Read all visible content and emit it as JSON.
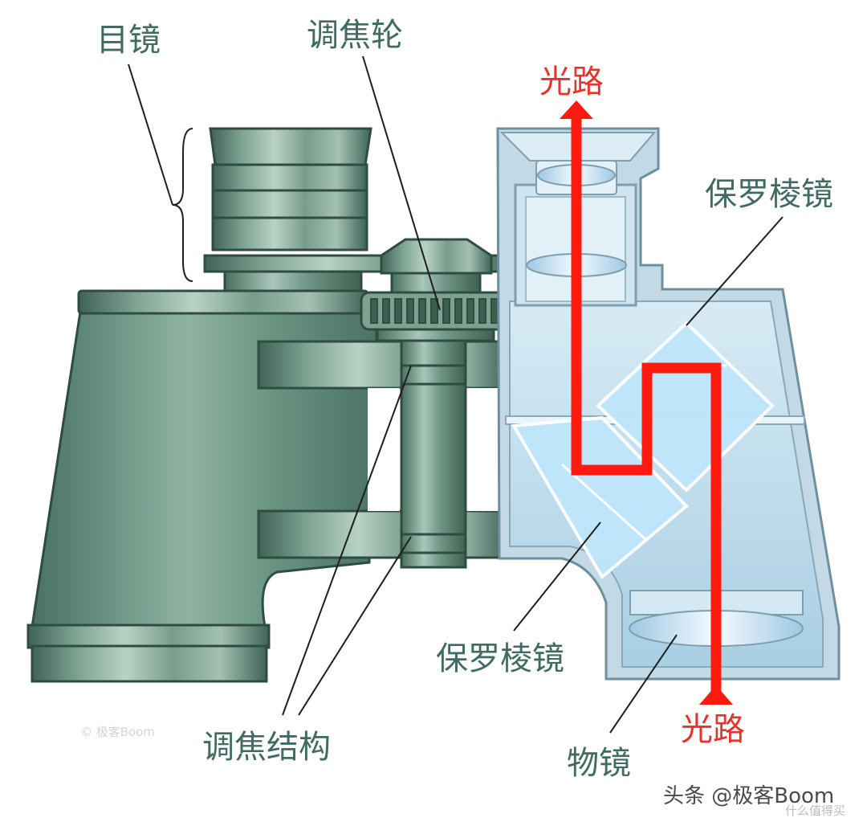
{
  "labels": {
    "eyepiece": "目镜",
    "focus_wheel": "调焦轮",
    "light_path_top": "光路",
    "porro_prism_upper": "保罗棱镜",
    "porro_prism_lower": "保罗棱镜",
    "focus_structure": "调焦结构",
    "light_path_bottom": "光路",
    "objective_lens": "物镜"
  },
  "watermarks": {
    "small": "© 极客Boom",
    "main": "头条 @极客Boom",
    "corner": "什么值得买"
  },
  "colors": {
    "body_green": "#5f8a78",
    "body_dark": "#3d5f52",
    "label_teal": "#3f6b62",
    "light_path_red": "#e8322b",
    "glass_blue": "#c9e3f0",
    "prism_blue": "#bfe6fb"
  }
}
